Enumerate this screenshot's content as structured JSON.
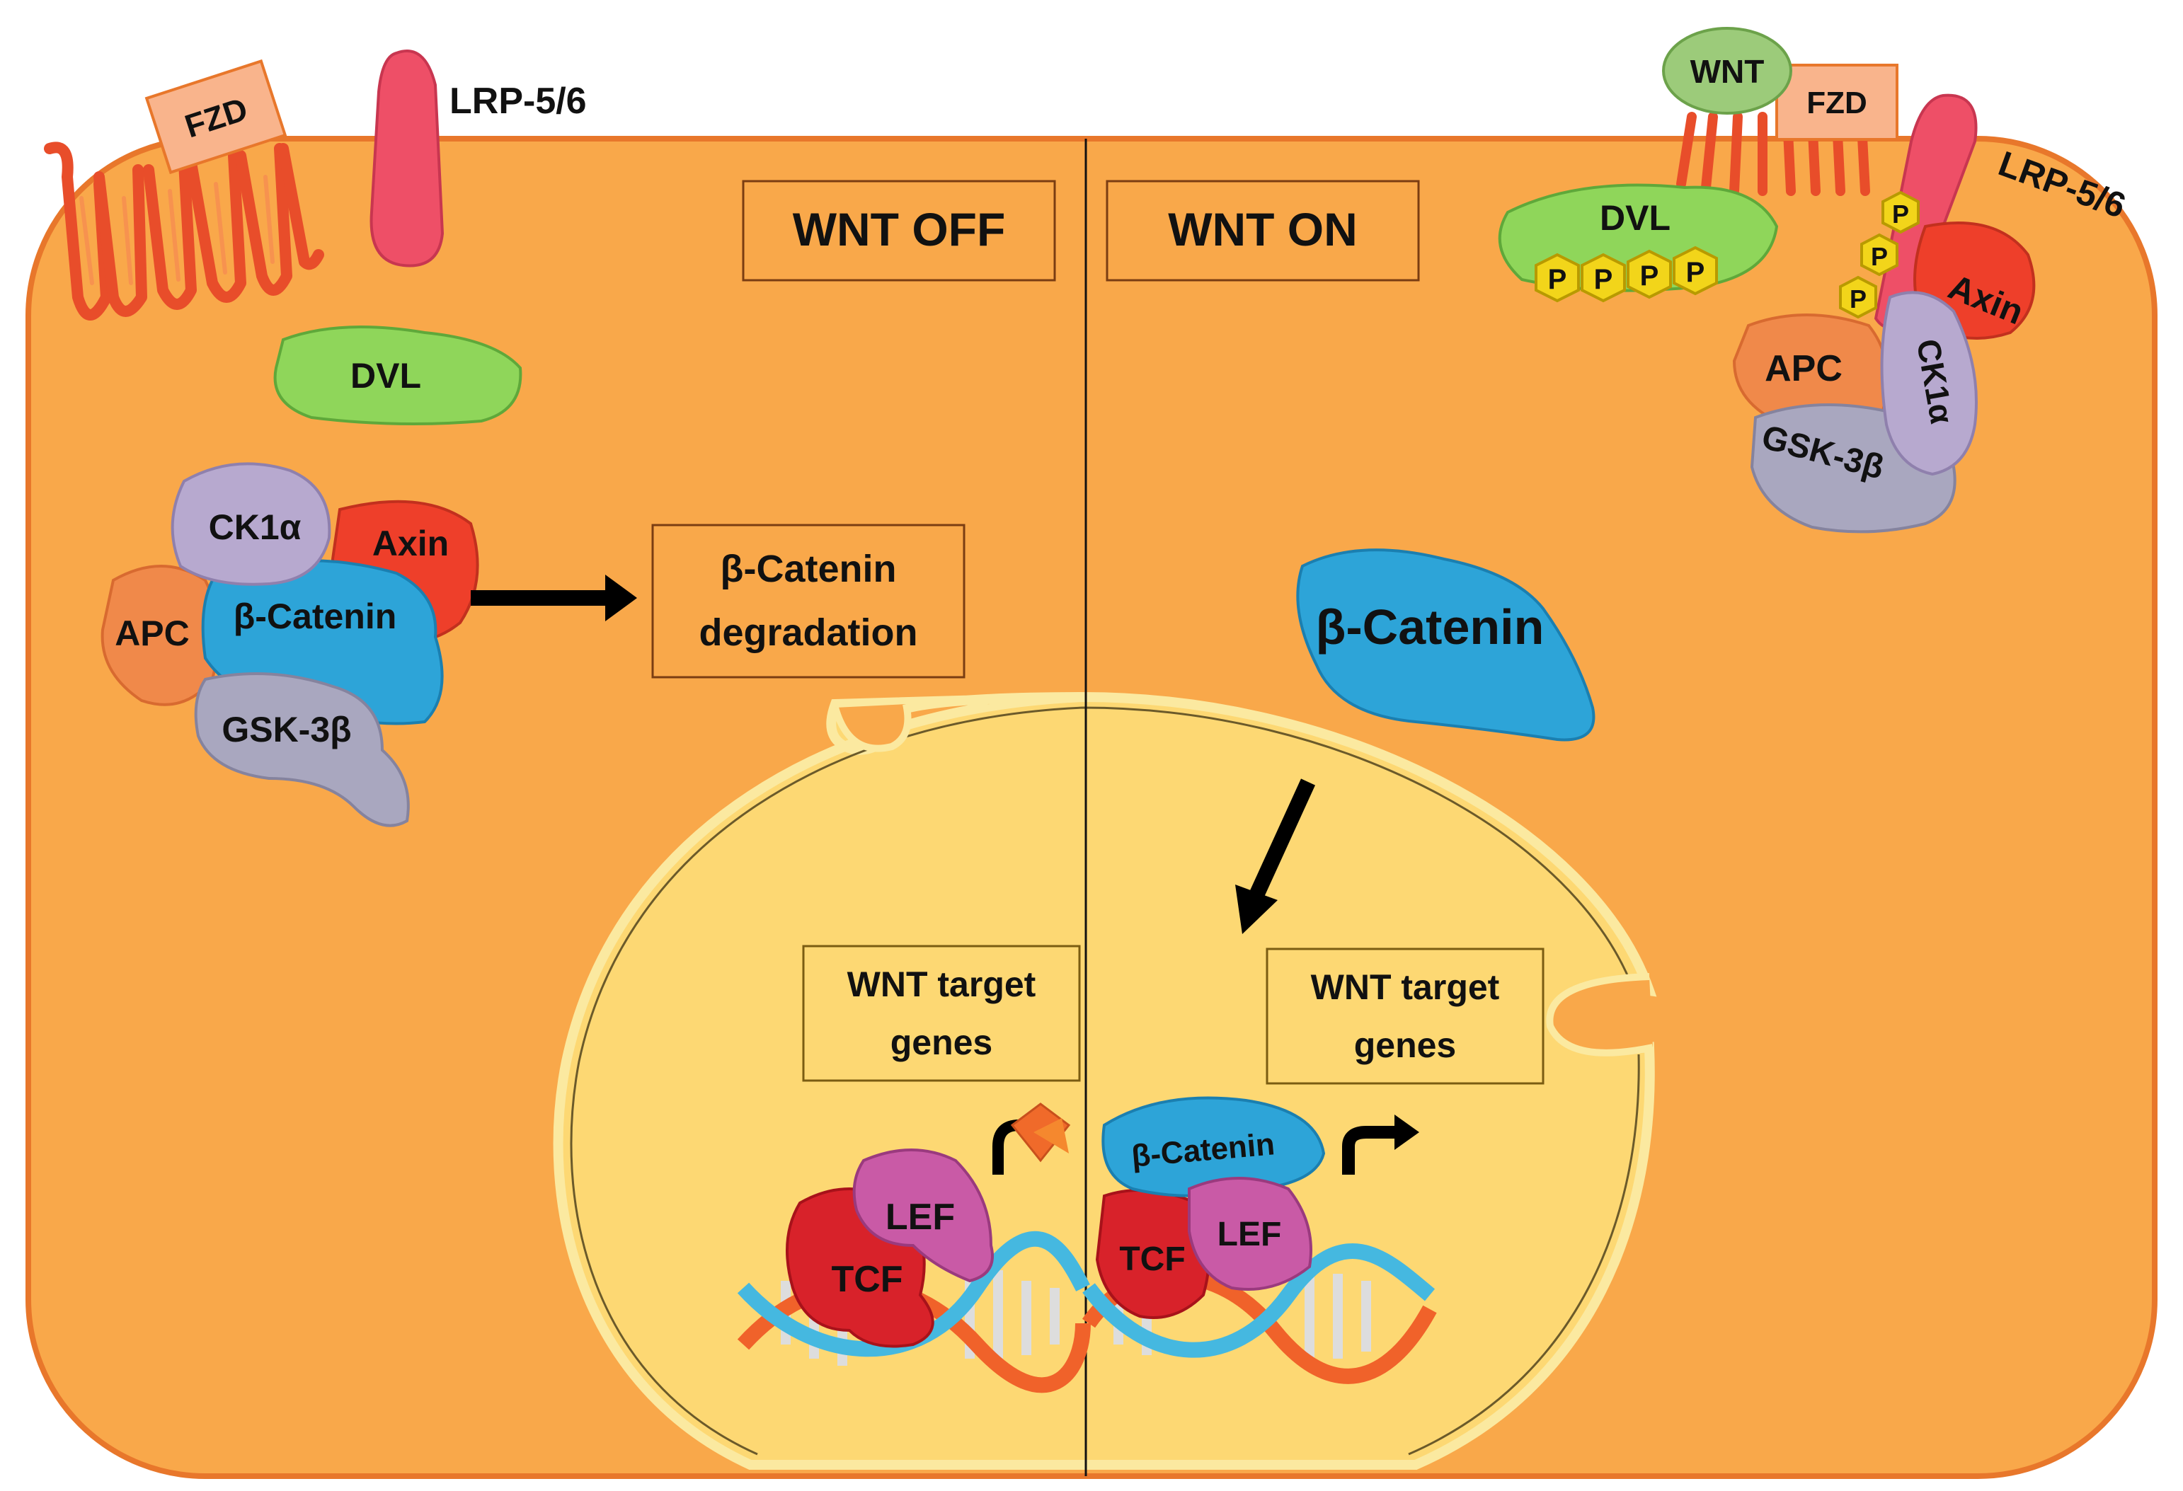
{
  "diagram": {
    "panels": {
      "off_title": "WNT OFF",
      "on_title": "WNT ON"
    },
    "off": {
      "fzd": "FZD",
      "lrp": "LRP-5/6",
      "dvl": "DVL",
      "ck1a": "CK1α",
      "axin": "Axin",
      "apc": "APC",
      "bcatenin": "β-Catenin",
      "gsk3b": "GSK-3β",
      "degradation_line1": "β-Catenin",
      "degradation_line2": "degradation",
      "target_line1": "WNT target",
      "target_line2": "genes",
      "lef": "LEF",
      "tcf": "TCF"
    },
    "on": {
      "wnt": "WNT",
      "fzd": "FZD",
      "lrp": "LRP-5/6",
      "dvl": "DVL",
      "p": "P",
      "axin": "Axin",
      "apc": "APC",
      "ck1a": "CK1α",
      "gsk3b": "GSK-3β",
      "bcatenin": "β-Catenin",
      "target_line1": "WNT target",
      "target_line2": "genes",
      "nuc_bcatenin": "β-Catenin",
      "lef": "LEF",
      "tcf": "TCF"
    },
    "colors": {
      "cell": "#f9a84a",
      "cell_border": "#e8772b",
      "nucleus": "#fdd873",
      "nucleus_border": "#fbe9a0",
      "fzd": "#e84d2a",
      "fzd_box": "#f9b48c",
      "lrp": "#ee4f67",
      "dvl": "#8fd65a",
      "ck1a": "#b7a9cf",
      "axin": "#ee3f2a",
      "apc": "#f0894a",
      "bcatenin": "#2da4d8",
      "gsk3b": "#a9a7bf",
      "lef": "#c95aa6",
      "tcf": "#d8222a",
      "phosphate": "#f2d51a",
      "wnt": "#9ccb7a"
    }
  }
}
